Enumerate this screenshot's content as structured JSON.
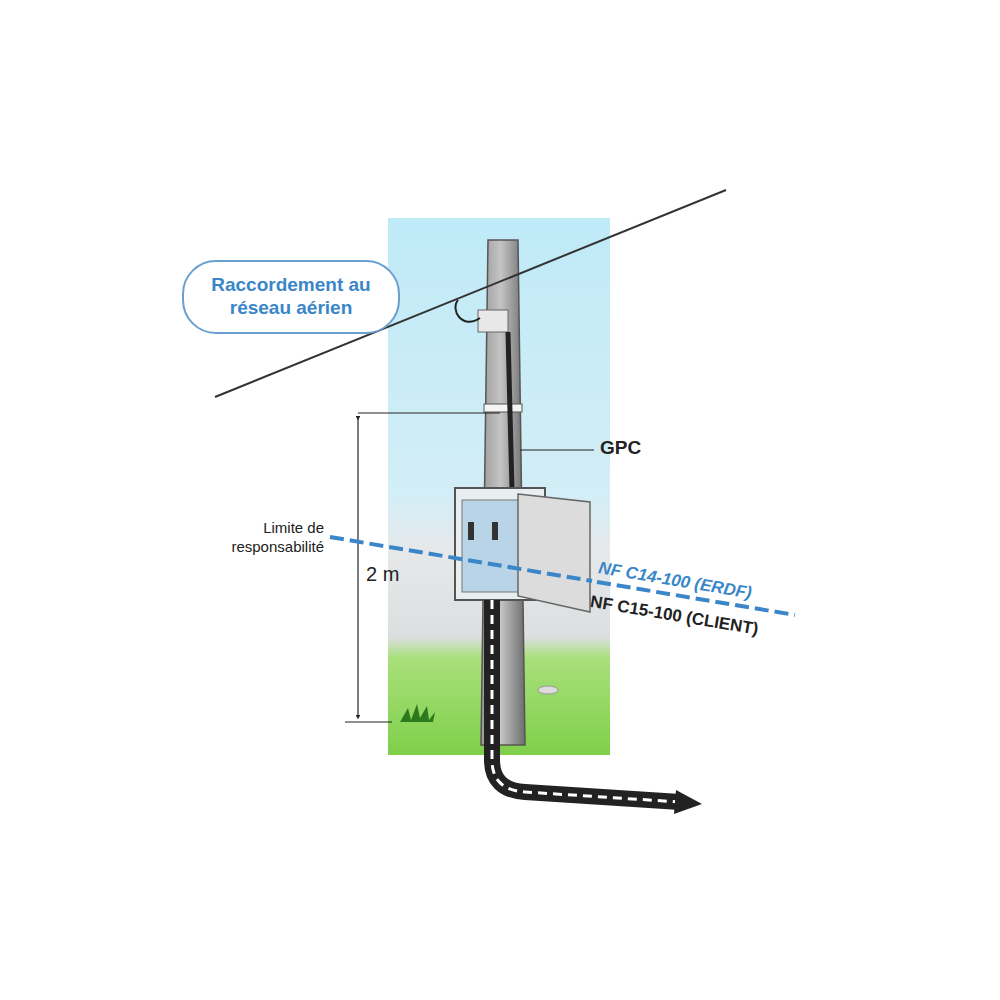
{
  "diagram": {
    "nodes": [
      {
        "text": [
          "Raccordement au réseau aérien"
        ]
      }
    ],
    "labels": [
      "GPC",
      "Limite de responsabilité",
      "2 m",
      "NF C14-100 (ERDF)",
      "NF C15-100 (CLIENT)"
    ]
  }
}
